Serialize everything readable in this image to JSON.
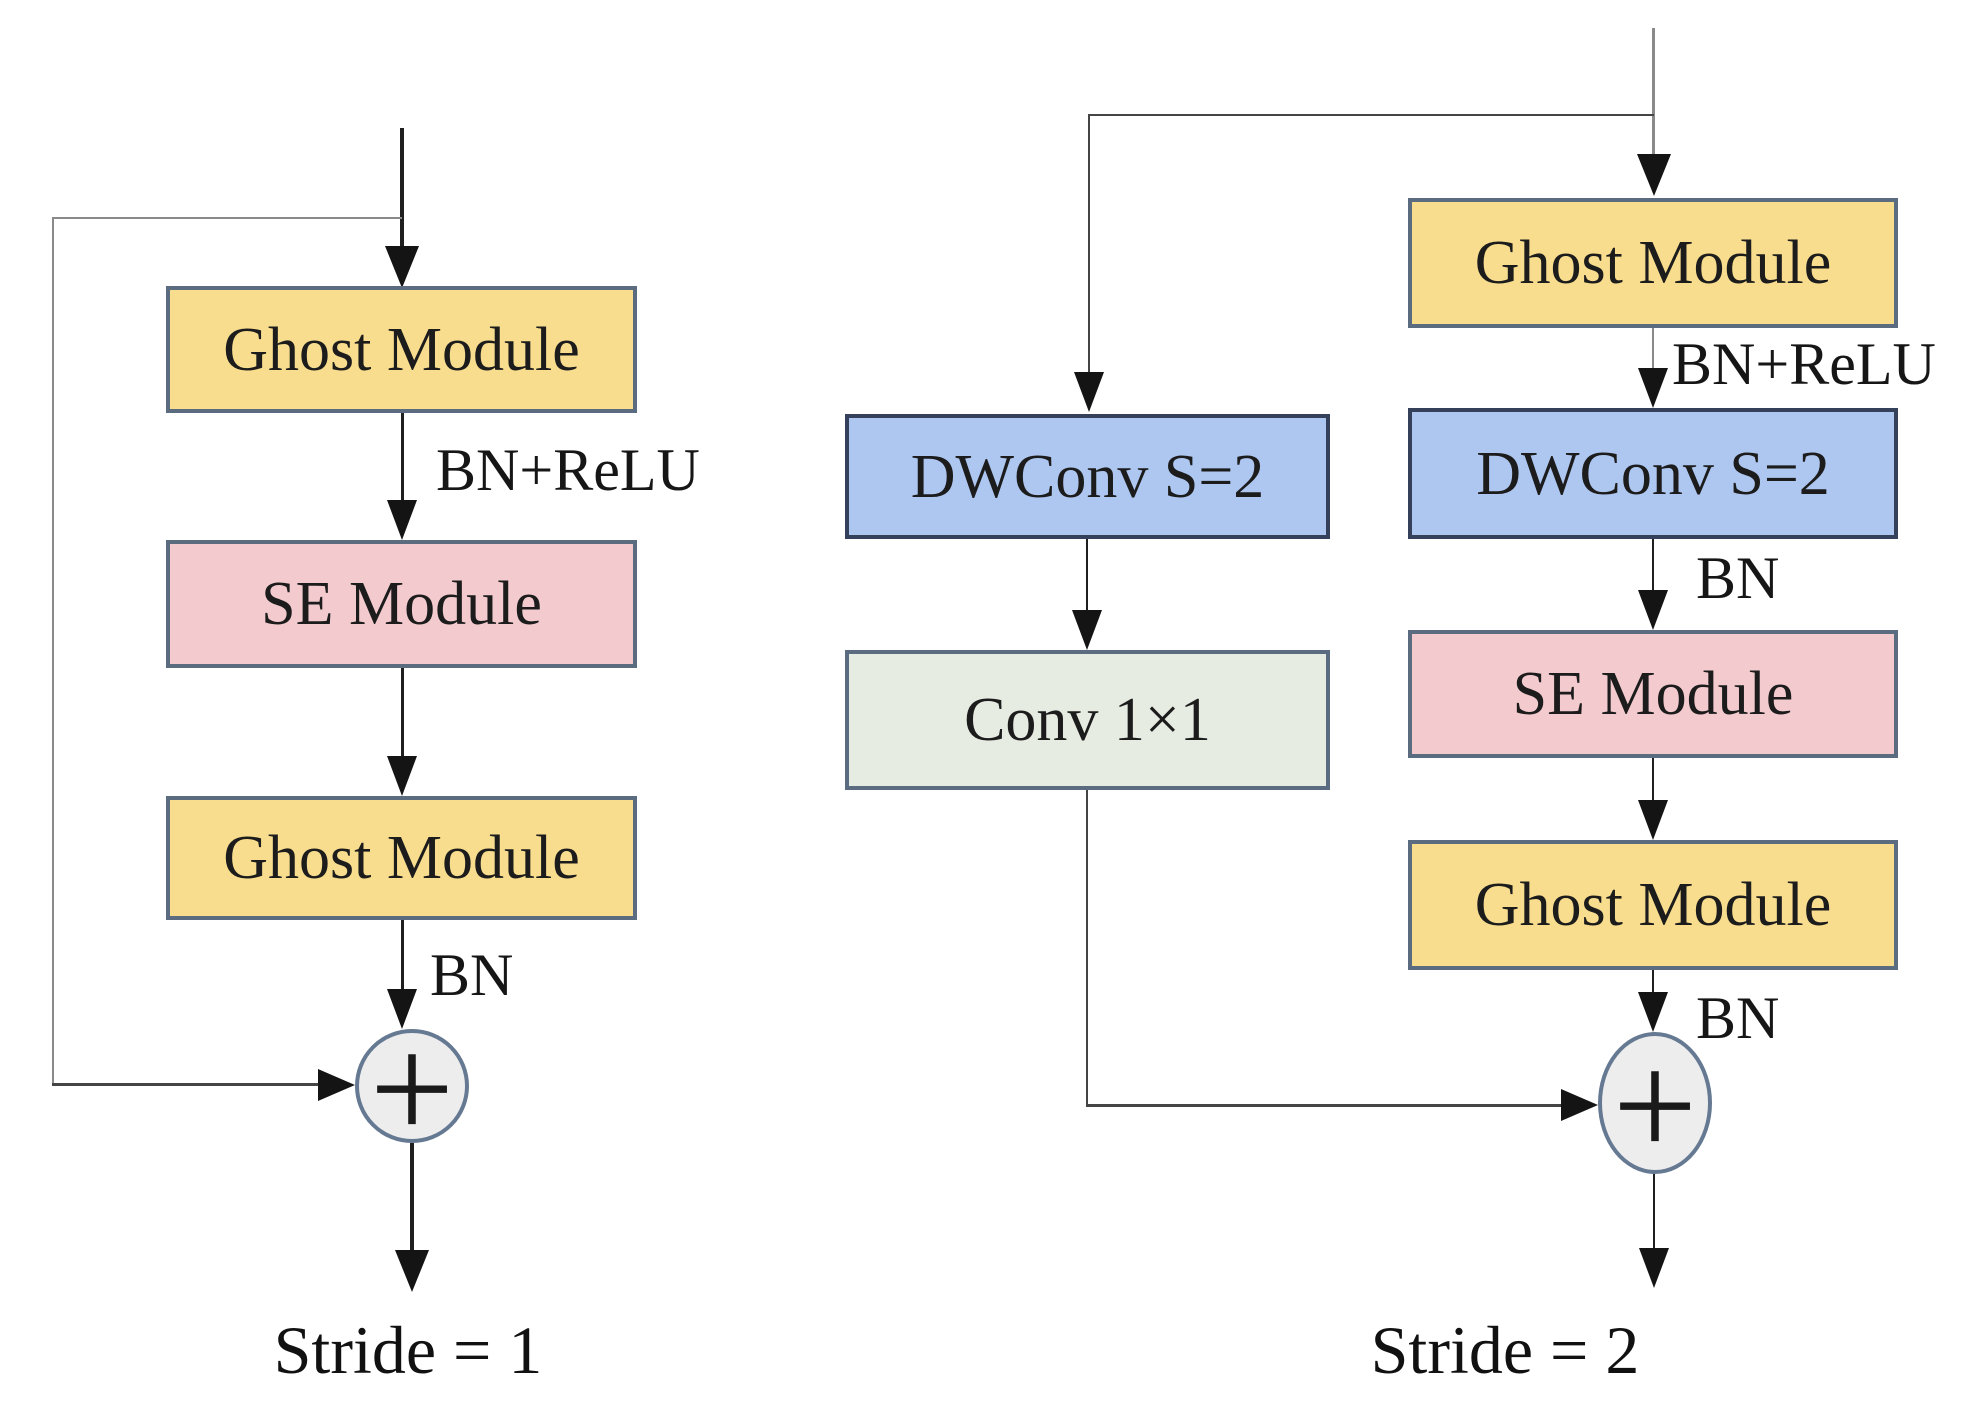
{
  "diagram_left": {
    "ghost_module_1": "Ghost Module",
    "bn_relu_label": "BN+ReLU",
    "se_module": "SE Module",
    "ghost_module_2": "Ghost Module",
    "bn_label": "BN",
    "stride_caption": "Stride = 1"
  },
  "diagram_right": {
    "ghost_module_1": "Ghost Module",
    "bn_relu_label": "BN+ReLU",
    "dwconv_main": "DWConv S=2",
    "bn_label_1": "BN",
    "se_module": "SE Module",
    "ghost_module_2": "Ghost Module",
    "bn_label_2": "BN",
    "dwconv_branch": "DWConv S=2",
    "conv_1x1": "Conv 1×1",
    "stride_caption": "Stride = 2"
  },
  "icons": {
    "plus": "+"
  },
  "colors": {
    "ghost_fill": "#F8DD8E",
    "se_fill": "#F3CBCE",
    "dwconv_fill": "#AEC7F1",
    "conv_fill": "#E6ECE2",
    "plus_fill": "#EDEDED",
    "box_border": "#5C6C80",
    "dwconv_border": "#35415A",
    "circle_border": "#667992",
    "line_dark": "#1F1F1F",
    "line_gray": "#8A8A8A",
    "line_mid": "#454545"
  }
}
